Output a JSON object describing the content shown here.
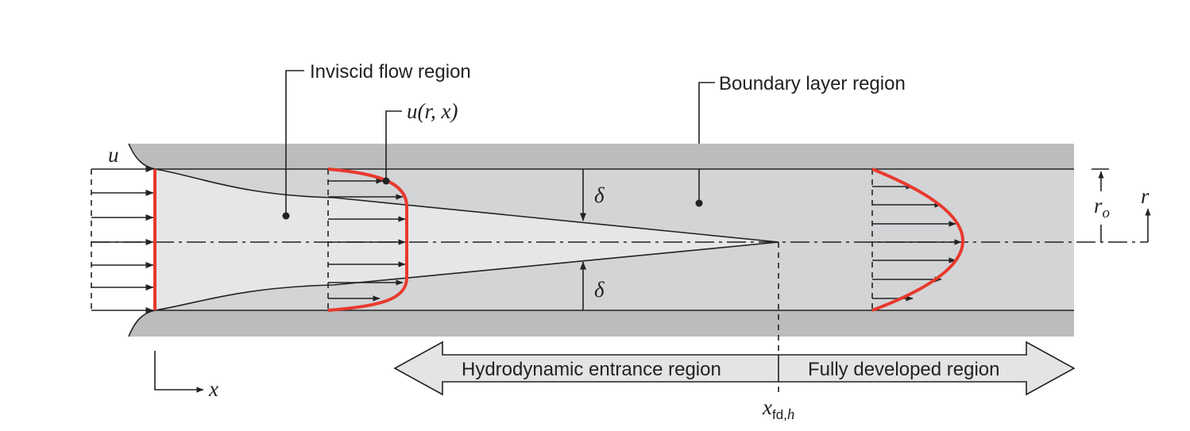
{
  "labels": {
    "inviscid": "Inviscid flow region",
    "boundary": "Boundary layer region",
    "velocity_fn": "u(r, x)",
    "u": "u",
    "delta": "δ",
    "ro_main": "r",
    "ro_sub": "o",
    "r": "r",
    "x": "x",
    "xfd_main": "x",
    "xfd_sub": "fd,",
    "xfd_subi": "h",
    "entrance": "Hydrodynamic entrance region",
    "developed": "Fully developed region"
  },
  "colors": {
    "pipe_wall": "#bbbcbe",
    "flow_region": "#d3d4d6",
    "core_region": "#e5e6e8",
    "profile": "#e8392d",
    "ink": "#222222",
    "arrow_fill": "#e3e4e6"
  }
}
